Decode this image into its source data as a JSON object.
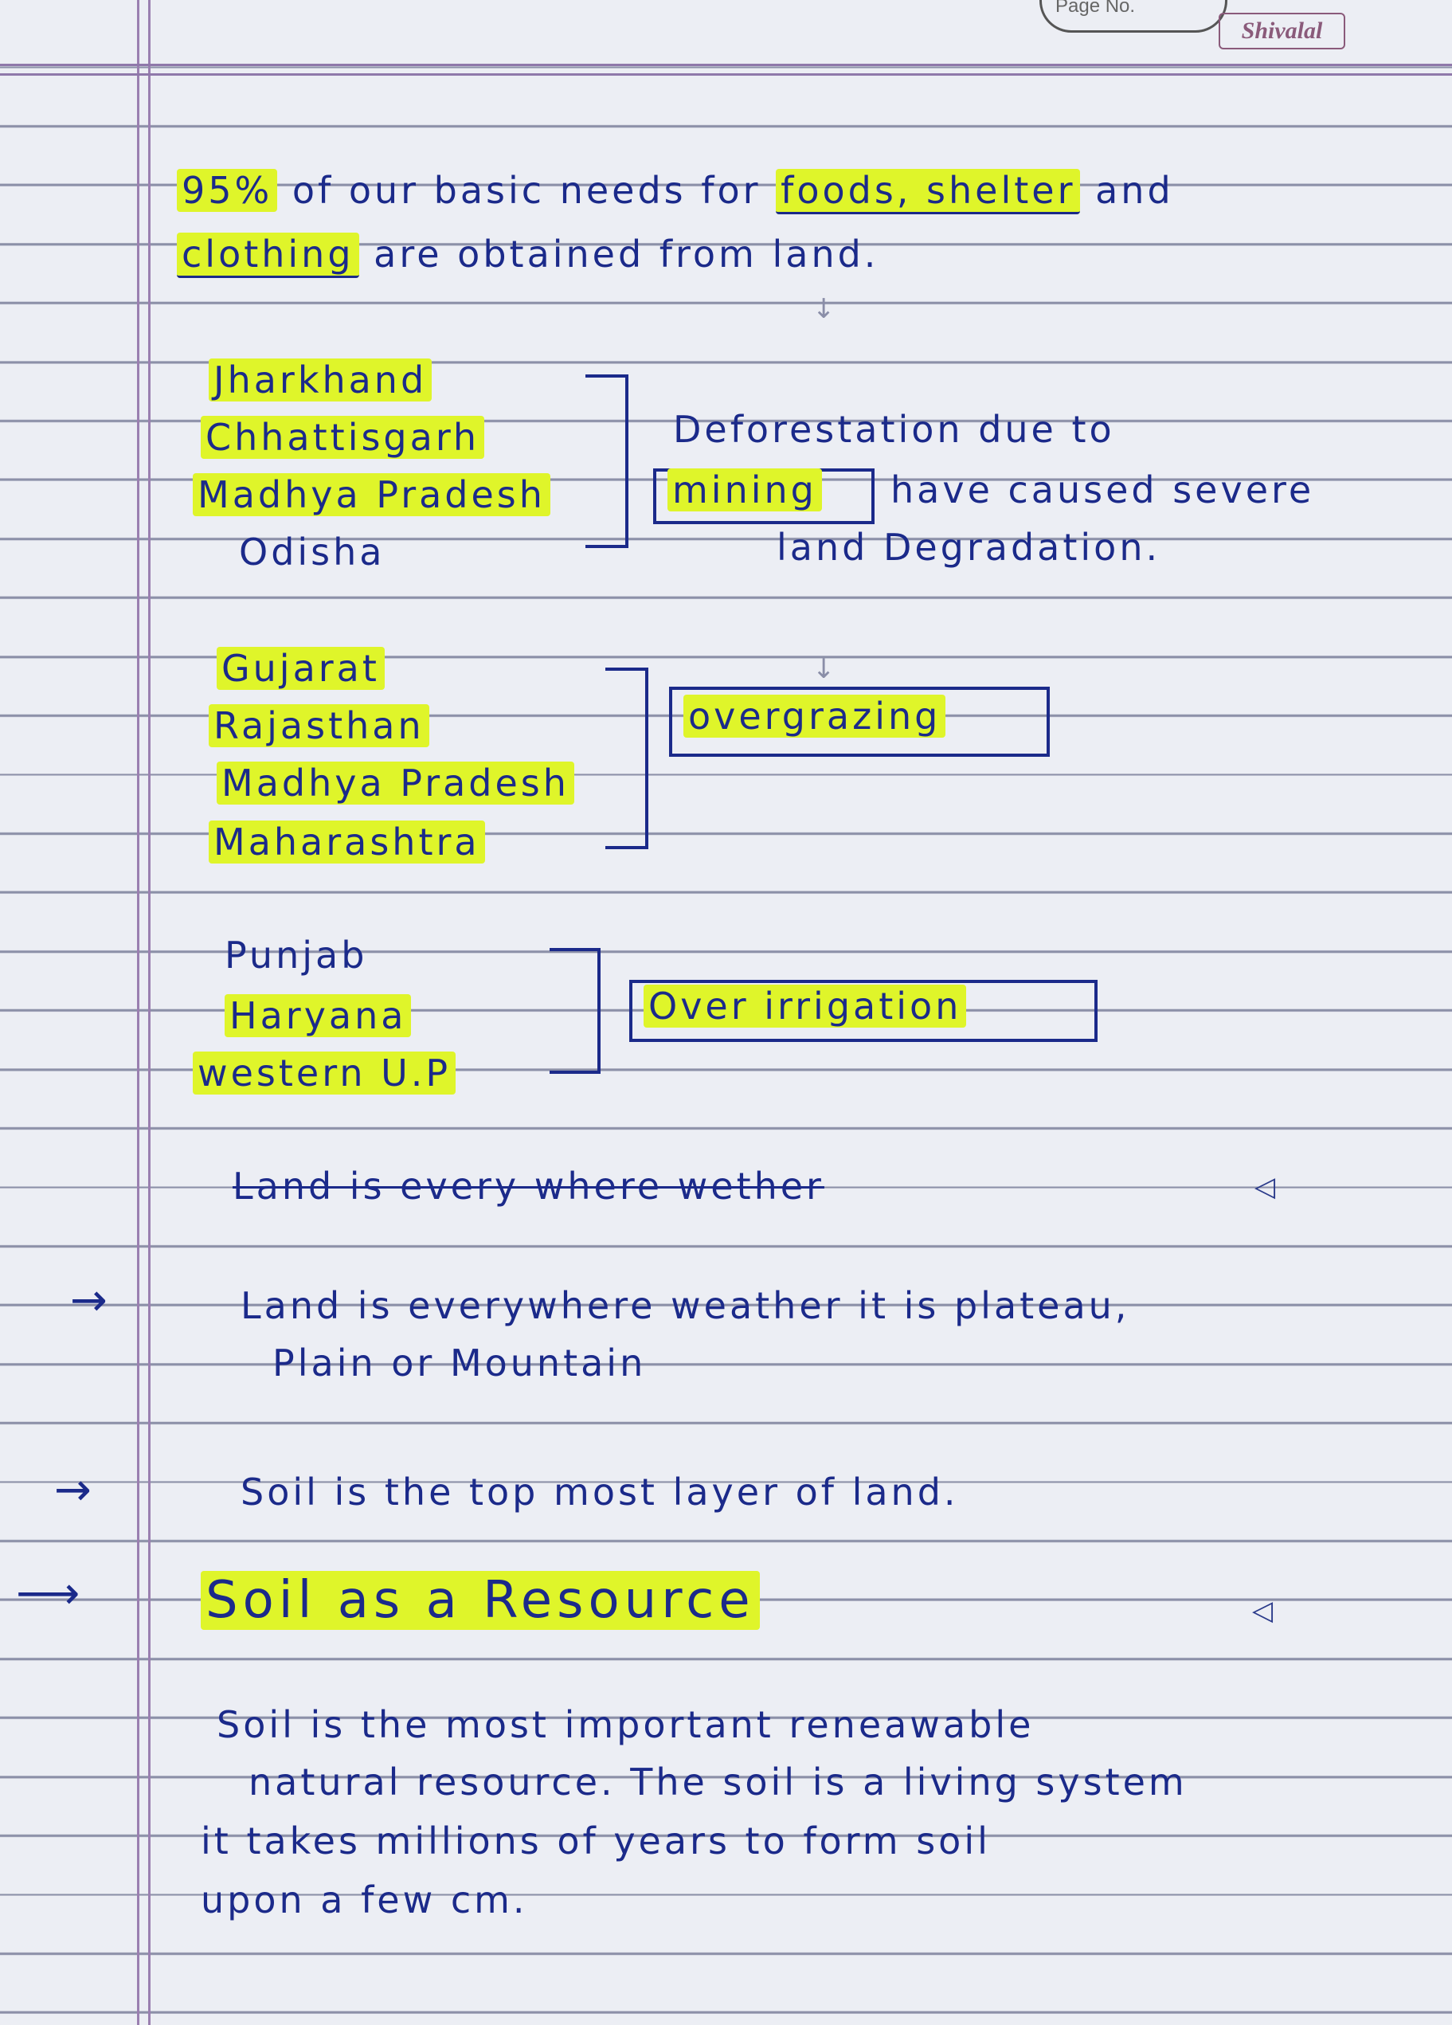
{
  "header": {
    "page_no_label": "Page No.",
    "brand": "Shivalal"
  },
  "intro": {
    "line1_hl1": "95%",
    "line1_mid": "of our basic needs for",
    "line1_hl2": "foods, shelter",
    "line1_end": "and",
    "line2_hl": "clothing",
    "line2_end": "are obtained from land."
  },
  "group1": {
    "states": [
      "Jharkhand",
      "Chhattisgarh",
      "Madhya Pradesh",
      "Odisha"
    ],
    "cause_line1": "Deforestation due to",
    "cause_hl": "mining",
    "cause_line2": "have caused severe",
    "cause_line3": "land Degradation."
  },
  "group2": {
    "states": [
      "Gujarat",
      "Rajasthan",
      "Madhya Pradesh",
      "Maharashtra"
    ],
    "cause": "overgrazing"
  },
  "group3": {
    "states": [
      "Punjab",
      "Haryana",
      "western U.P"
    ],
    "cause": "Over irrigation"
  },
  "struck_line": "Land is every where wether",
  "points": {
    "p1_line1": "Land is everywhere weather it is plateau,",
    "p1_line2": "Plain or Mountain",
    "p2": "Soil is the top most layer of land."
  },
  "section": {
    "heading": "Soil as a Resource",
    "body": [
      "Soil is the most important reneawable",
      "natural resource. The soil is a living system",
      "it takes millions of years to form soil",
      "upon a few cm."
    ]
  }
}
